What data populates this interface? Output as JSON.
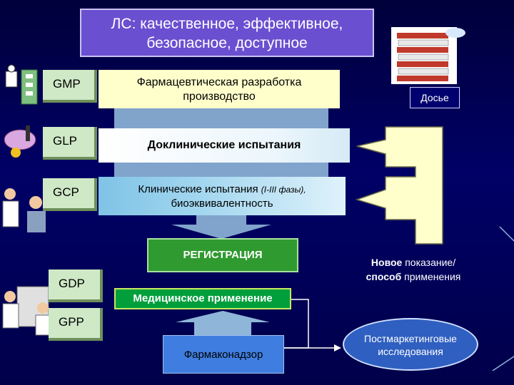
{
  "title": {
    "line1": "ЛС: качественное, эффективное,",
    "line2": "безопасное, доступное"
  },
  "tags": {
    "gmp": "GMP",
    "glp": "GLP",
    "gcp": "GCP",
    "gdp": "GDP",
    "gpp": "GPP"
  },
  "boxes": {
    "gmp_line1": "Фармацевтическая разработка",
    "gmp_line2": "производство",
    "glp": "Доклинические испытания",
    "gcp_main": "Клинические испытания",
    "gcp_phases": "(I-III фазы),",
    "gcp_line2": "биоэквивалентность",
    "registration": "РЕГИСТРАЦИЯ",
    "medical_use": "Медицинское применение",
    "pharmacovigilance": "Фармаконадзор",
    "dossier": "Досье",
    "new_bold1": "Новое",
    "new_rest1": "показание/",
    "new_bold2": "способ",
    "new_rest2": "применения",
    "postmarket_line1": "Постмаркетинговые",
    "postmarket_line2": "исследования"
  },
  "colors": {
    "background": "#000066",
    "title_box": "#6a4fd0",
    "tag": "#cfe8c6",
    "registration": "#2f9a2f",
    "medical_use": "#009f3c",
    "pharmacovigilance": "#3f7ee0",
    "feedback_arrow": "#ffffcc",
    "down_arrow": "#8fb6d8"
  }
}
